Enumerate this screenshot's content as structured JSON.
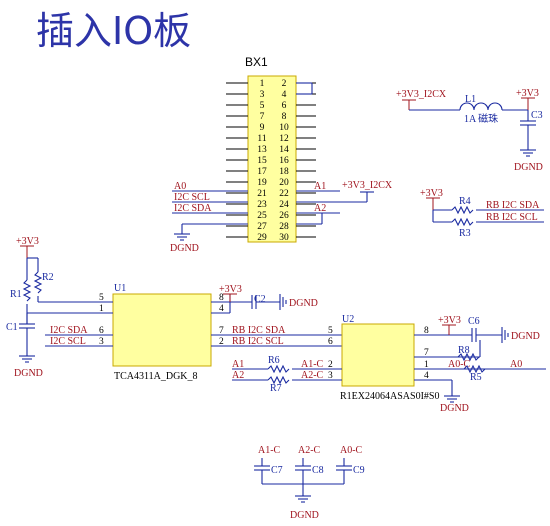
{
  "title": "插入IO板",
  "connector": {
    "name": "BX1",
    "left_pins": [
      "1",
      "3",
      "5",
      "7",
      "9",
      "11",
      "13",
      "15",
      "17",
      "19",
      "21",
      "23",
      "25",
      "27",
      "29"
    ],
    "right_pins": [
      "2",
      "4",
      "6",
      "8",
      "10",
      "12",
      "14",
      "16",
      "18",
      "20",
      "22",
      "24",
      "26",
      "28",
      "30"
    ],
    "net_a0": "A0",
    "net_i2c_scl": "I2C SCL",
    "net_i2c_sda": "I2C SDA",
    "net_a1": "A1",
    "net_a2": "A2",
    "net_pwr": "+3V3_I2CX",
    "gnd": "DGND"
  },
  "filter": {
    "in_net": "+3V3_I2CX",
    "inductor": "L1",
    "inductor_value": "1A 磁珠",
    "out_net": "+3V3",
    "cap": "C3",
    "gnd": "DGND"
  },
  "pullups": {
    "pwr": "+3V3",
    "r4": "R4",
    "r3": "R3",
    "net_sda": "RB I2C SDA",
    "net_scl": "RB I2C SCL"
  },
  "u1": {
    "name": "U1",
    "part": "TCA4311A_DGK_8",
    "pwr": "+3V3",
    "r1": "R1",
    "r2": "R2",
    "c1": "C1",
    "c2": "C2",
    "gnd": "DGND",
    "pins_left": [
      "5",
      "1",
      "6",
      "3"
    ],
    "pins_right": [
      "8",
      "4",
      "7",
      "2"
    ],
    "net_sda": "I2C SDA",
    "net_scl": "I2C SCL",
    "net_rb_sda": "RB I2C SDA",
    "net_rb_scl": "RB I2C SCL"
  },
  "u2": {
    "name": "U2",
    "part": "R1EX24064ASAS0I#S0",
    "pwr": "+3V3",
    "c6": "C6",
    "r8": "R8",
    "r5": "R5",
    "r6": "R6",
    "r7": "R7",
    "gnd": "DGND",
    "pins_left": [
      "5",
      "6",
      "2",
      "3"
    ],
    "pins_right": [
      "8",
      "7",
      "1",
      "4"
    ],
    "net_rb_sda": "RB I2C SDA",
    "net_rb_scl": "RB I2C SCL",
    "net_a1": "A1",
    "net_a2": "A2",
    "net_a1c": "A1-C",
    "net_a2c": "A2-C",
    "net_a0c": "A0-C",
    "net_a0": "A0"
  },
  "caps": {
    "c7": "C7",
    "c8": "C8",
    "c9": "C9",
    "net_a1c": "A1-C",
    "net_a2c": "A2-C",
    "net_a0c": "A0-C",
    "gnd": "DGND"
  },
  "colors": {
    "title": "#2d34a8",
    "wire": "#1a2aa0",
    "label": "#a0141e",
    "chip_fill": "#ffffa0",
    "chip_border": "#c9a800"
  }
}
